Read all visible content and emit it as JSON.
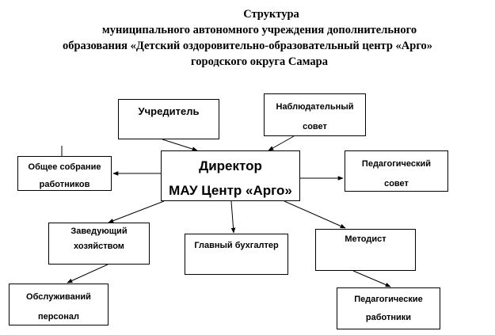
{
  "title": {
    "line1": "Структура",
    "line2": "муниципального автономного учреждения дополнительного",
    "line3": "образования «Детский оздоровительно-образовательный центр «Арго»",
    "line4": "городского округа Самара"
  },
  "nodes": {
    "founder": [
      "Учредитель"
    ],
    "supervisory_board": [
      "Наблюдательный",
      "совет"
    ],
    "director": [
      "Директор",
      "МАУ Центр «Арго»"
    ],
    "general_assembly": [
      "Общее собрание",
      "работников"
    ],
    "pedagogical_council": [
      "Педагогический",
      "совет"
    ],
    "facilities_manager": [
      "Заведующий",
      "хозяйством"
    ],
    "chief_accountant": [
      "Главный бухгалтер"
    ],
    "methodologist": [
      "Методист"
    ],
    "service_staff": [
      "Обслуживаний",
      "персонал"
    ],
    "teaching_staff": [
      "Педагогические",
      "работники"
    ]
  },
  "edges": [
    {
      "from": "founder",
      "to": "director"
    },
    {
      "from": "supervisory_board",
      "to": "director"
    },
    {
      "from": "director",
      "to": "general_assembly"
    },
    {
      "from": "director",
      "to": "pedagogical_council"
    },
    {
      "from": "director",
      "to": "facilities_manager"
    },
    {
      "from": "director",
      "to": "chief_accountant"
    },
    {
      "from": "director",
      "to": "methodologist"
    },
    {
      "from": "facilities_manager",
      "to": "service_staff"
    },
    {
      "from": "methodologist",
      "to": "teaching_staff"
    }
  ]
}
